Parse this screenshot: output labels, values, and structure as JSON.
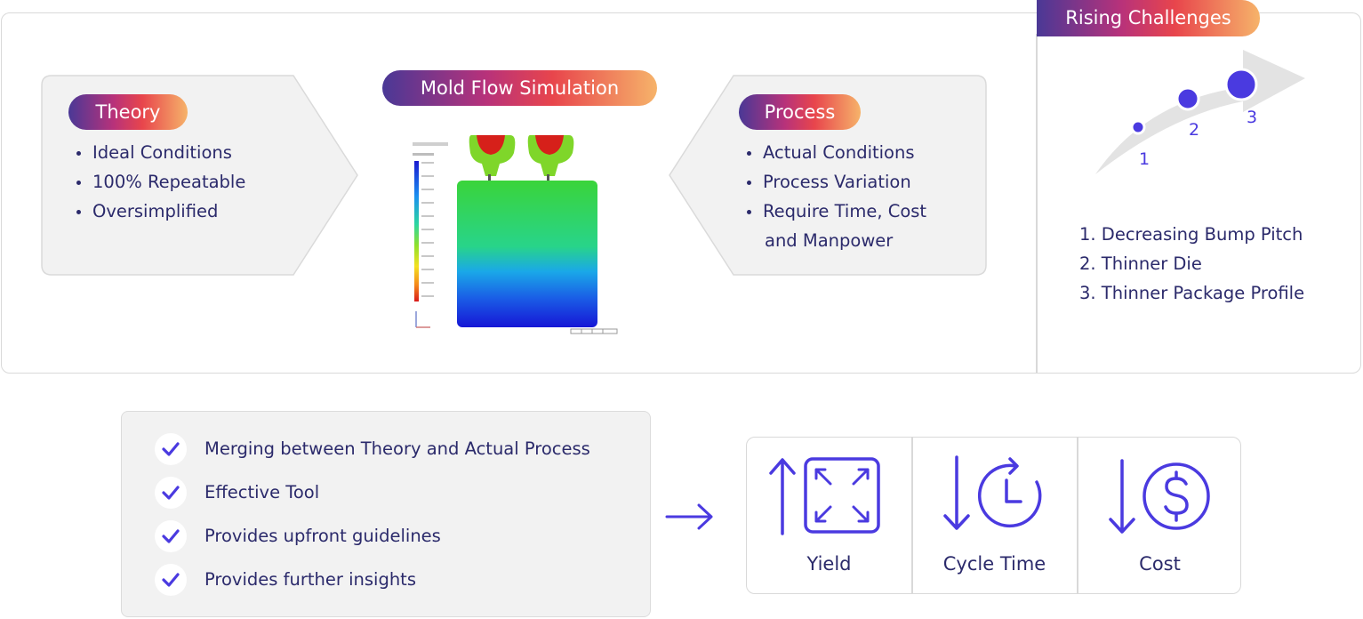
{
  "simulation_title": "Mold Flow Simulation",
  "theory": {
    "label": "Theory",
    "items": [
      "Ideal Conditions",
      "100% Repeatable",
      "Oversimplified"
    ]
  },
  "process": {
    "label": "Process",
    "items": [
      "Actual Conditions",
      "Process Variation",
      "Require Time, Cost"
    ],
    "continuation": "and Manpower"
  },
  "challenges": {
    "title": "Rising Challenges",
    "markers": [
      "1",
      "2",
      "3"
    ],
    "items": [
      "1. Decreasing Bump Pitch",
      "2. Thinner Die",
      "3. Thinner Package Profile"
    ]
  },
  "benefits": [
    "Merging between Theory and Actual Process",
    "Effective Tool",
    "Provides upfront guidelines",
    "Provides further insights"
  ],
  "metrics": [
    {
      "label": "Yield",
      "direction": "up",
      "icon": "expand-icon"
    },
    {
      "label": "Cycle Time",
      "direction": "down",
      "icon": "clock-icon"
    },
    {
      "label": "Cost",
      "direction": "down",
      "icon": "dollar-icon"
    }
  ],
  "colors": {
    "text": "#2b2a6b",
    "accent": "#4a3ae0",
    "gradient_start": "#4a3896",
    "gradient_end": "#f6b36a",
    "panel_bg": "#f2f2f2"
  }
}
